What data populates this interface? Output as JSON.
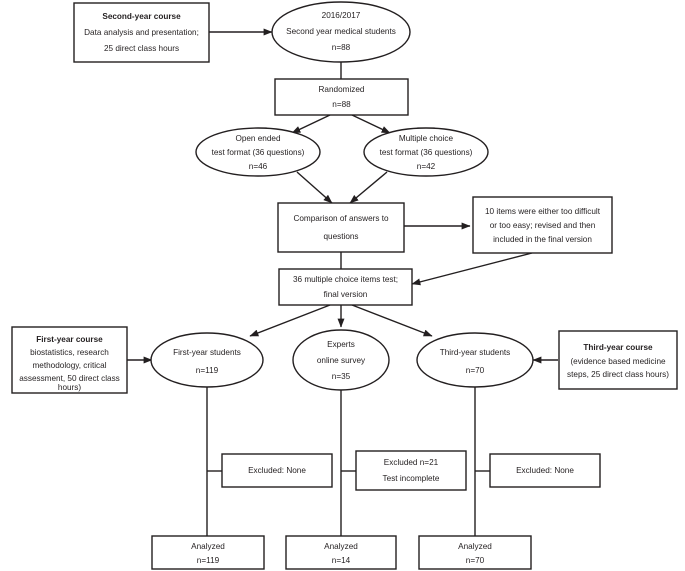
{
  "diagram": {
    "title": "Study flow diagram",
    "type": "flowchart",
    "colors": {
      "stroke": "#231f20",
      "fill": "#ffffff",
      "background": "#ffffff"
    },
    "nodes": [
      {
        "id": "second_year_course",
        "shape": "rect",
        "name": "second-year-course-box",
        "lines": [
          {
            "text": "Second-year course",
            "bold": true
          },
          {
            "text": "Data analysis and presentation;",
            "bold": false
          },
          {
            "text": "25 direct class hours",
            "bold": false
          }
        ]
      },
      {
        "id": "cohort",
        "shape": "ellipse",
        "name": "second-year-medical-students-ellipse",
        "lines": [
          {
            "text": "2016/2017",
            "bold": false
          },
          {
            "text": "Second year medical students",
            "bold": false
          },
          {
            "text": "n=88",
            "bold": false
          }
        ]
      },
      {
        "id": "randomized",
        "shape": "rect",
        "name": "randomized-box",
        "lines": [
          {
            "text": "Randomized",
            "bold": false
          },
          {
            "text": "n=88",
            "bold": false
          }
        ]
      },
      {
        "id": "open_ended",
        "shape": "ellipse",
        "name": "open-ended-format-ellipse",
        "lines": [
          {
            "text": "Open ended",
            "bold": false
          },
          {
            "text": "test format (36 questions)",
            "bold": false
          },
          {
            "text": "n=46",
            "bold": false
          }
        ]
      },
      {
        "id": "multiple_choice",
        "shape": "ellipse",
        "name": "multiple-choice-format-ellipse",
        "lines": [
          {
            "text": "Multiple choice",
            "bold": false
          },
          {
            "text": "test format (36 questions)",
            "bold": false
          },
          {
            "text": "n=42",
            "bold": false
          }
        ]
      },
      {
        "id": "comparison",
        "shape": "rect",
        "name": "comparison-of-answers-box",
        "lines": [
          {
            "text": "Comparison of answers to",
            "bold": false
          },
          {
            "text": "questions",
            "bold": false
          }
        ]
      },
      {
        "id": "revision",
        "shape": "rect",
        "name": "item-revision-box",
        "lines": [
          {
            "text": "10 items were either too difficult",
            "bold": false
          },
          {
            "text": "or too easy; revised and then",
            "bold": false
          },
          {
            "text": "included in the final version",
            "bold": false
          }
        ]
      },
      {
        "id": "final_version",
        "shape": "rect",
        "name": "final-version-test-box",
        "lines": [
          {
            "text": "36 multiple choice items test;",
            "bold": false
          },
          {
            "text": "final version",
            "bold": false
          }
        ]
      },
      {
        "id": "first_year_course",
        "shape": "rect",
        "name": "first-year-course-box",
        "lines": [
          {
            "text": "First-year course",
            "bold": true
          },
          {
            "text": "biostatistics, research",
            "bold": false
          },
          {
            "text": "methodology, critical",
            "bold": false
          },
          {
            "text": "assessment, 50 direct class",
            "bold": false
          },
          {
            "text": "hours)",
            "bold": false
          }
        ]
      },
      {
        "id": "third_year_course",
        "shape": "rect",
        "name": "third-year-course-box",
        "lines": [
          {
            "text": "Third-year course",
            "bold": true
          },
          {
            "text": "(evidence based medicine",
            "bold": false
          },
          {
            "text": "steps, 25 direct class hours)",
            "bold": false
          }
        ]
      },
      {
        "id": "first_year_students",
        "shape": "ellipse",
        "name": "first-year-students-ellipse",
        "lines": [
          {
            "text": "First-year students",
            "bold": false
          },
          {
            "text": "n=119",
            "bold": false
          }
        ]
      },
      {
        "id": "experts",
        "shape": "ellipse",
        "name": "experts-online-survey-ellipse",
        "lines": [
          {
            "text": "Experts",
            "bold": false
          },
          {
            "text": "online survey",
            "bold": false
          },
          {
            "text": "n=35",
            "bold": false
          }
        ]
      },
      {
        "id": "third_year_students",
        "shape": "ellipse",
        "name": "third-year-students-ellipse",
        "lines": [
          {
            "text": "Third-year students",
            "bold": false
          },
          {
            "text": "n=70",
            "bold": false
          }
        ]
      },
      {
        "id": "excluded_first",
        "shape": "rect",
        "name": "excluded-first-year-box",
        "lines": [
          {
            "text": "Excluded: None",
            "bold": false
          }
        ]
      },
      {
        "id": "excluded_experts",
        "shape": "rect",
        "name": "excluded-experts-box",
        "lines": [
          {
            "text": "Excluded n=21",
            "bold": false
          },
          {
            "text": "Test incomplete",
            "bold": false
          }
        ]
      },
      {
        "id": "excluded_third",
        "shape": "rect",
        "name": "excluded-third-year-box",
        "lines": [
          {
            "text": "Excluded: None",
            "bold": false
          }
        ]
      },
      {
        "id": "analyzed_first",
        "shape": "rect",
        "name": "analyzed-first-year-box",
        "lines": [
          {
            "text": "Analyzed",
            "bold": false
          },
          {
            "text": "n=119",
            "bold": false
          }
        ]
      },
      {
        "id": "analyzed_experts",
        "shape": "rect",
        "name": "analyzed-experts-box",
        "lines": [
          {
            "text": "Analyzed",
            "bold": false
          },
          {
            "text": "n=14",
            "bold": false
          }
        ]
      },
      {
        "id": "analyzed_third",
        "shape": "rect",
        "name": "analyzed-third-year-box",
        "lines": [
          {
            "text": "Analyzed",
            "bold": false
          },
          {
            "text": "n=70",
            "bold": false
          }
        ]
      }
    ],
    "edges": [
      {
        "from": "second_year_course",
        "to": "cohort",
        "arrow": true
      },
      {
        "from": "cohort",
        "to": "randomized",
        "arrow": false
      },
      {
        "from": "randomized",
        "to": "open_ended",
        "arrow": true
      },
      {
        "from": "randomized",
        "to": "multiple_choice",
        "arrow": true
      },
      {
        "from": "open_ended",
        "to": "comparison",
        "arrow": true
      },
      {
        "from": "multiple_choice",
        "to": "comparison",
        "arrow": true
      },
      {
        "from": "comparison",
        "to": "revision",
        "arrow": true
      },
      {
        "from": "comparison",
        "to": "final_version",
        "arrow": false
      },
      {
        "from": "revision",
        "to": "final_version",
        "arrow": true
      },
      {
        "from": "final_version",
        "to": "first_year_students",
        "arrow": true
      },
      {
        "from": "final_version",
        "to": "experts",
        "arrow": true
      },
      {
        "from": "final_version",
        "to": "third_year_students",
        "arrow": true
      },
      {
        "from": "first_year_course",
        "to": "first_year_students",
        "arrow": true
      },
      {
        "from": "third_year_course",
        "to": "third_year_students",
        "arrow": true
      },
      {
        "from": "first_year_students",
        "to": "analyzed_first",
        "arrow": false
      },
      {
        "from": "experts",
        "to": "analyzed_experts",
        "arrow": false
      },
      {
        "from": "third_year_students",
        "to": "analyzed_third",
        "arrow": false
      },
      {
        "from": "first_year_students",
        "to": "excluded_first",
        "arrow": false
      },
      {
        "from": "experts",
        "to": "excluded_experts",
        "arrow": false
      },
      {
        "from": "third_year_students",
        "to": "excluded_third",
        "arrow": false
      }
    ]
  }
}
